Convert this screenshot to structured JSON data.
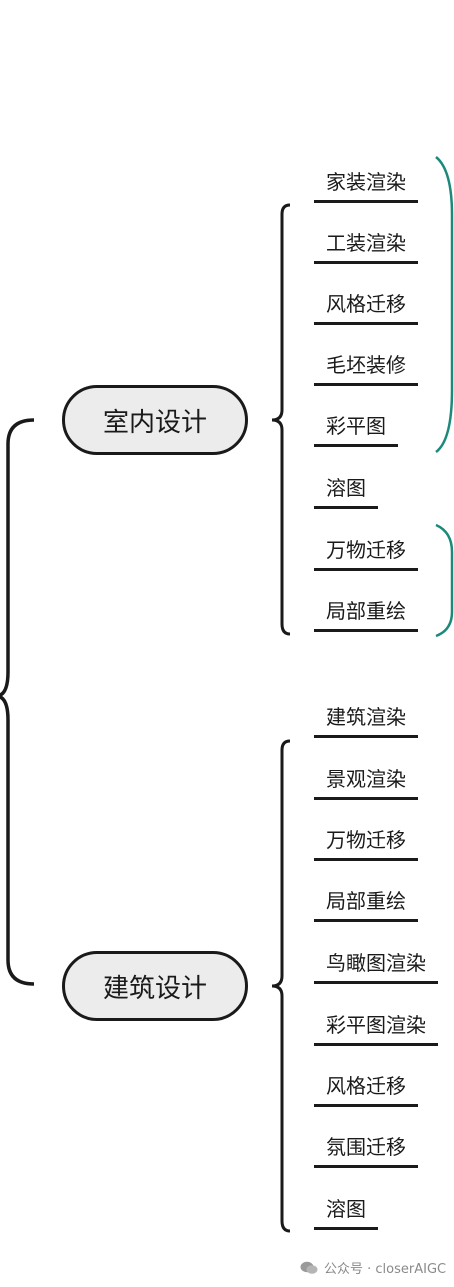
{
  "branches": [
    {
      "label": "室内设计",
      "leaves": [
        "家装渲染",
        "工装渲染",
        "风格迁移",
        "毛坯装修",
        "彩平图",
        "溶图",
        "万物迁移",
        "局部重绘"
      ]
    },
    {
      "label": "建筑设计",
      "leaves": [
        "建筑渲染",
        "景观渲染",
        "万物迁移",
        "局部重绘",
        "鸟瞰图渲染",
        "彩平图渲染",
        "风格迁移",
        "氛围迁移",
        "溶图"
      ]
    }
  ],
  "watermark": {
    "text": "公众号 · closerAIGC",
    "icon": "wechat-icon"
  },
  "colors": {
    "stroke": "#1a1a1a",
    "accent_bracket": "#1b8a7a",
    "node_fill": "#ececec"
  }
}
